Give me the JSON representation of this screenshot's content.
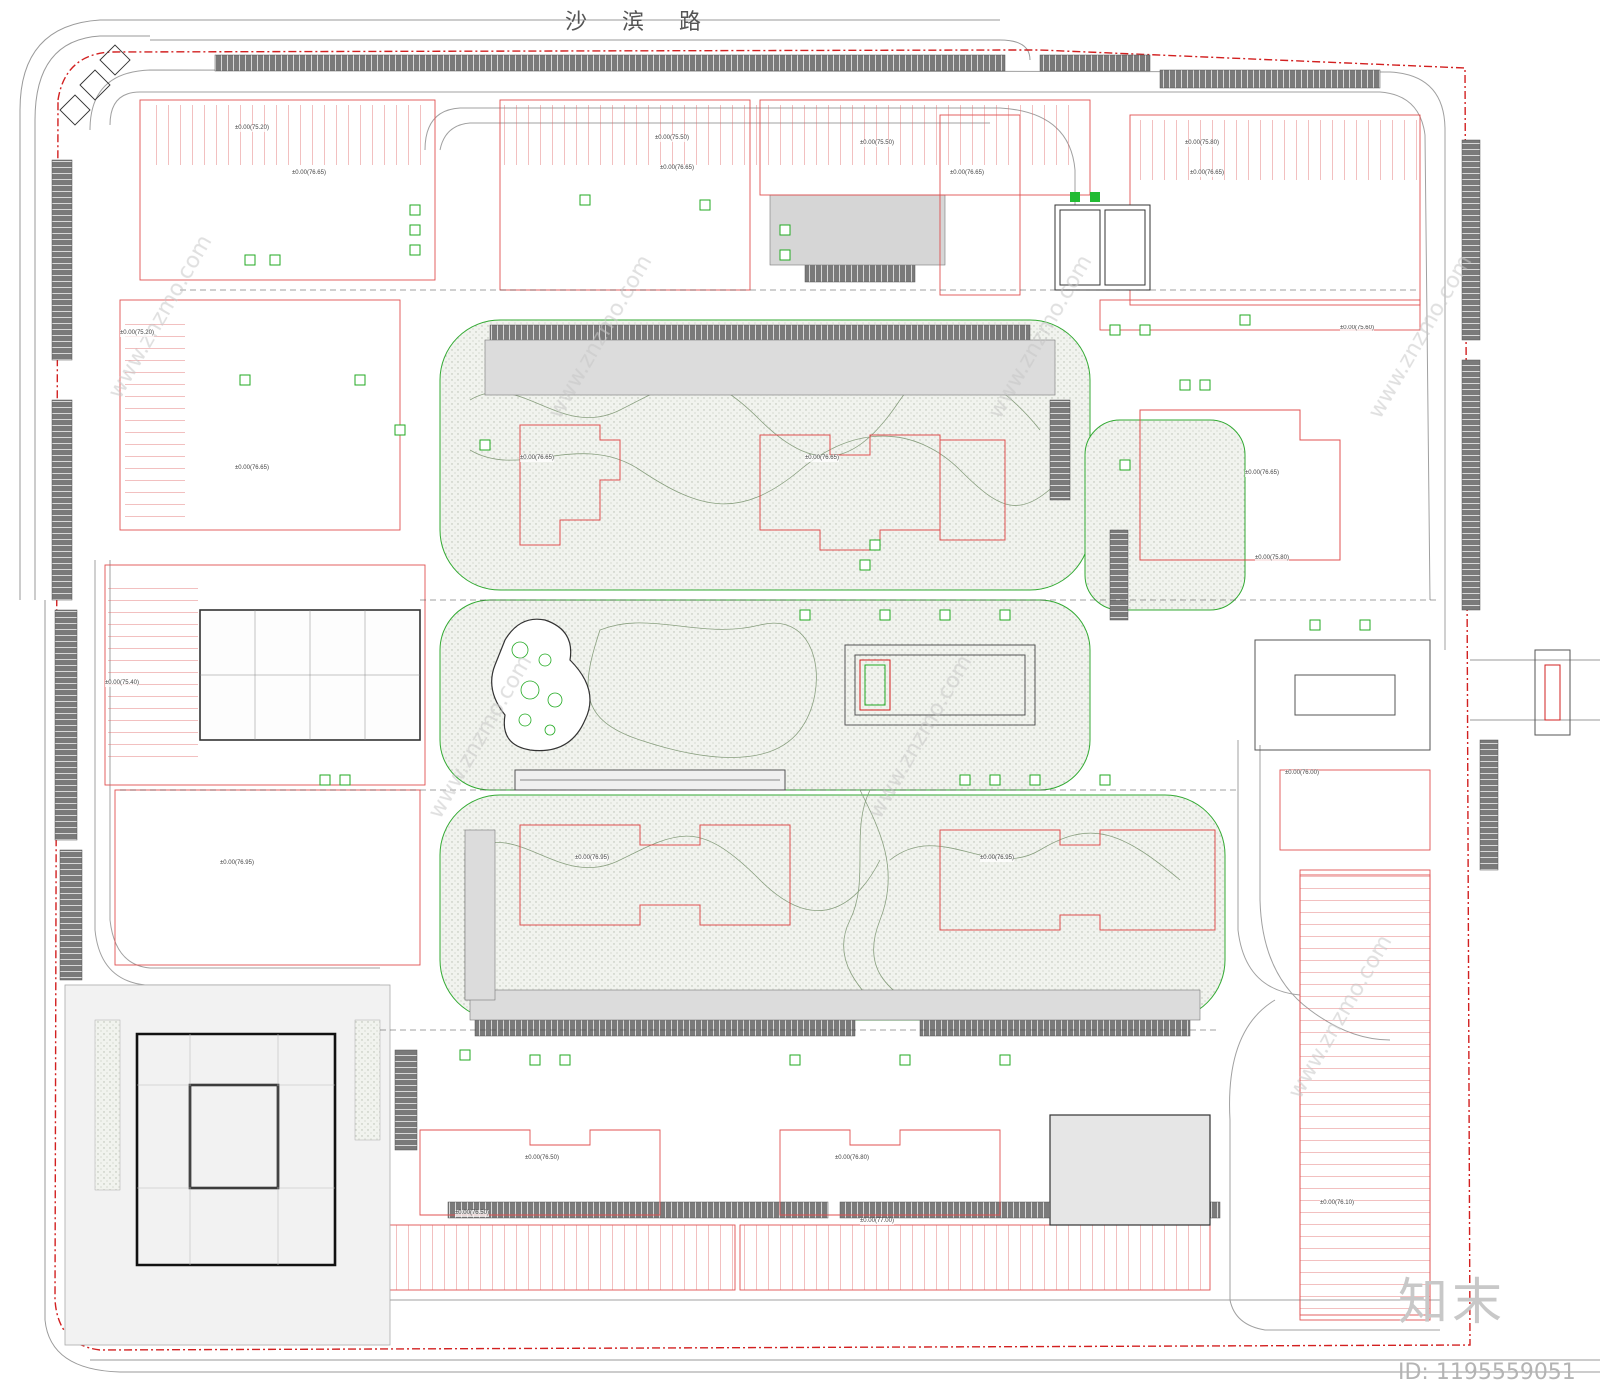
{
  "road_name": "沙 滨 路",
  "watermark": {
    "logo": "知末",
    "id": "ID: 1195559051",
    "diagonal_text": "www.znzmo.com"
  },
  "building_labels": [
    "±0.00(75.20)",
    "±0.00(76.65)",
    "±0.00(75.50)",
    "±0.00(76.65)",
    "±0.00(75.50)",
    "±0.00(76.65)",
    "±0.00(75.80)",
    "±0.00(76.65)",
    "±0.00(75.20)",
    "±0.00(75.60)",
    "±0.00(76.65)",
    "±0.00(76.65)",
    "±0.00(76.65)",
    "±0.00(76.65)",
    "±0.00(75.80)",
    "±0.00(75.40)",
    "±0.00(76.00)",
    "±0.00(76.95)",
    "±0.00(76.95)",
    "±0.00(76.95)",
    "±0.00(76.50)",
    "±0.00(76.50)",
    "±0.00(76.80)",
    "±0.00(77.00)",
    "±0.00(76.10)"
  ],
  "colors": {
    "building_outline": "#e05050",
    "green_line": "#33aa33",
    "road_line": "#9a9a9a",
    "boundary": "#d22020",
    "hatch": "#d8dcd0",
    "parking": "#6e6e6e"
  }
}
